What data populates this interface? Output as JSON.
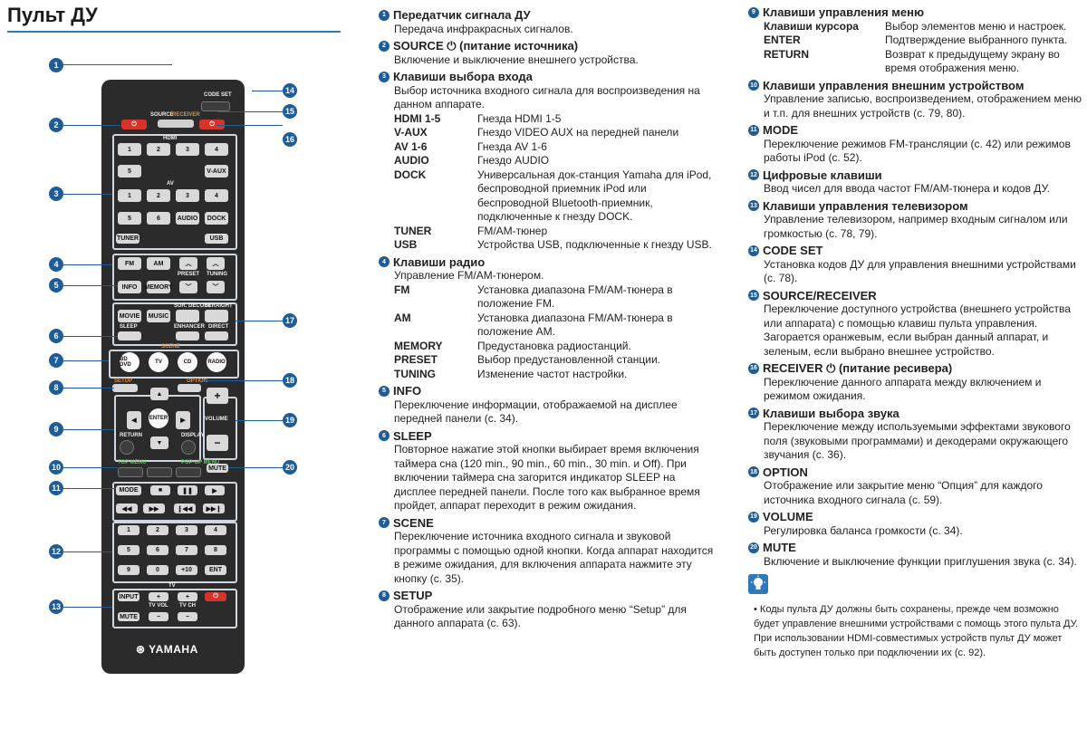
{
  "page_title": "Пульт ДУ",
  "remote": {
    "code_set": "CODE SET",
    "source": "SOURCE",
    "receiver": "RECEIVER",
    "hdmi": "HDMI",
    "hdmi_keys": [
      "1",
      "2",
      "3",
      "4",
      "5"
    ],
    "v_aux": "V-AUX",
    "av": "AV",
    "av_keys": [
      "1",
      "2",
      "3",
      "4",
      "5",
      "6"
    ],
    "audio": "AUDIO",
    "dock": "DOCK",
    "tuner": "TUNER",
    "usb": "USB",
    "fm": "FM",
    "am": "AM",
    "preset": "PRESET",
    "tuning": "TUNING",
    "info": "INFO",
    "memory": "MEMORY",
    "sur_decode": "SUR. DECODE",
    "straight": "STRAIGHT",
    "movie": "MOVIE",
    "music": "MUSIC",
    "sleep": "SLEEP",
    "enhancer": "ENHANCER",
    "direct": "DIRECT",
    "scene": "SCENE",
    "bd_dvd": "BD DVD",
    "tv": "TV",
    "cd": "CD",
    "radio": "RADIO",
    "setup": "SETUP",
    "option": "OPTION",
    "enter": "ENTER",
    "return": "RETURN",
    "display": "DISPLAY",
    "volume": "VOLUME",
    "top_menu": "TOP MENU",
    "popup_menu": "POP-UP MENU",
    "mute": "MUTE",
    "mode": "MODE",
    "num_keys": [
      "1",
      "2",
      "3",
      "4",
      "5",
      "6",
      "7",
      "8",
      "9",
      "0",
      "+10",
      "ENT"
    ],
    "tv_label": "TV",
    "input": "INPUT",
    "tv_vol": "TV VOL",
    "tv_ch": "TV CH",
    "brand": "YAMAHA"
  },
  "callouts": [
    "1",
    "2",
    "3",
    "4",
    "5",
    "6",
    "7",
    "8",
    "9",
    "10",
    "11",
    "12",
    "13",
    "14",
    "15",
    "16",
    "17",
    "18",
    "19",
    "20"
  ],
  "sections": {
    "s1": {
      "num": "1",
      "title": "Передатчик сигнала ДУ",
      "text": "Передача инфракрасных сигналов."
    },
    "s2": {
      "num": "2",
      "title": "SOURCE ⏻ (питание источника)",
      "text": "Включение и выключение внешнего устройства."
    },
    "s3": {
      "num": "3",
      "title": "Клавиши выбора входа",
      "text": "Выбор источника входного сигнала для воспроизведения на данном аппарате.",
      "rows": [
        {
          "k": "HDMI 1-5",
          "v": "Гнезда HDMI 1-5"
        },
        {
          "k": "V-AUX",
          "v": "Гнездо VIDEO AUX на передней панели"
        },
        {
          "k": "AV 1-6",
          "v": "Гнезда AV 1-6"
        },
        {
          "k": "AUDIO",
          "v": "Гнездо AUDIO"
        },
        {
          "k": "DOCK",
          "v": "Универсальная док-станция Yamaha для iPod, беспроводной приемник iPod или беспроводной Bluetooth-приемник, подключенные к гнезду DOCK."
        },
        {
          "k": "TUNER",
          "v": "FM/AM-тюнер"
        },
        {
          "k": "USB",
          "v": "Устройства USB, подключенные к гнезду USB."
        }
      ]
    },
    "s4": {
      "num": "4",
      "title": "Клавиши радио",
      "text": "Управление FM/AM-тюнером.",
      "rows": [
        {
          "k": "FM",
          "v": "Установка диапазона FM/AM-тюнера в положение FM."
        },
        {
          "k": "AM",
          "v": "Установка диапазона FM/AM-тюнера в положение AM."
        },
        {
          "k": "MEMORY",
          "v": "Предустановка радиостанций."
        },
        {
          "k": "PRESET",
          "v": "Выбор предустановленной станции."
        },
        {
          "k": "TUNING",
          "v": "Изменение частот настройки."
        }
      ]
    },
    "s5": {
      "num": "5",
      "title": "INFO",
      "text": "Переключение информации, отображаемой на дисплее передней панели (с. 34)."
    },
    "s6": {
      "num": "6",
      "title": "SLEEP",
      "text": "Повторное нажатие этой кнопки выбирает время включения таймера сна (120 min., 90 min., 60 min., 30 min. и Off). При включении таймера сна загорится индикатор SLEEP на дисплее передней панели. После того как выбранное время пройдет, аппарат переходит в режим ожидания."
    },
    "s7": {
      "num": "7",
      "title": "SCENE",
      "text": "Переключение источника входного сигнала и звуковой программы с помощью одной кнопки. Когда аппарат находится в режиме ожидания, для включения аппарата нажмите эту кнопку (с. 35)."
    },
    "s8": {
      "num": "8",
      "title": "SETUP",
      "text": "Отображение или закрытие подробного меню “Setup” для данного аппарата (с. 63)."
    },
    "s9": {
      "num": "9",
      "title": "Клавиши управления меню",
      "rows": [
        {
          "k": "Клавиши курсора",
          "v": "Выбор элементов меню и настроек."
        },
        {
          "k": "ENTER",
          "v": "Подтверждение выбранного пункта."
        },
        {
          "k": "RETURN",
          "v": "Возврат к предыдущему экрану во время отображения меню."
        }
      ]
    },
    "s10": {
      "num": "10",
      "title": "Клавиши управления внешним устройством",
      "text": "Управление записью, воспроизведением, отображением меню и т.п. для внешних устройств (с. 79, 80)."
    },
    "s11": {
      "num": "11",
      "title": "MODE",
      "text": "Переключение режимов FM-трансляции (с. 42) или режимов работы iPod (с. 52)."
    },
    "s12": {
      "num": "12",
      "title": "Цифровые клавиши",
      "text": "Ввод чисел для ввода частот FM/AM-тюнера и кодов ДУ."
    },
    "s13": {
      "num": "13",
      "title": "Клавиши управления телевизором",
      "text": "Управление телевизором, например входным сигналом или громкостью (с. 78, 79)."
    },
    "s14": {
      "num": "14",
      "title": "CODE SET",
      "text": "Установка кодов ДУ для управления внешними устройствами (с. 78)."
    },
    "s15": {
      "num": "15",
      "title": "SOURCE/RECEIVER",
      "text": "Переключение доступного устройства (внешнего устройства или аппарата) с помощью клавиш пульта управления. Загорается оранжевым, если выбран данный аппарат, и зеленым, если выбрано внешнее устройство."
    },
    "s16": {
      "num": "16",
      "title": "RECEIVER ⏻ (питание ресивера)",
      "text": "Переключение данного аппарата между включением и режимом ожидания."
    },
    "s17": {
      "num": "17",
      "title": "Клавиши выбора звука",
      "text": "Переключение между используемыми эффектами звукового поля (звуковыми программами) и декодерами окружающего звучания (с. 36)."
    },
    "s18": {
      "num": "18",
      "title": "OPTION",
      "text": "Отображение или закрытие меню “Опция” для каждого источника входного сигнала (с. 59)."
    },
    "s19": {
      "num": "19",
      "title": "VOLUME",
      "text": "Регулировка баланса громкости (с. 34)."
    },
    "s20": {
      "num": "20",
      "title": "MUTE",
      "text": "Включение и выключение функции приглушения звука (с. 34)."
    }
  },
  "note": "• Коды пульта ДУ должны быть сохранены, прежде чем возможно будет управление внешними устройствами с помощь этого пульта ДУ. При использовании HDMI-совместимых устройств пульт ДУ может быть доступен только при подключении их (с. 92).",
  "colors": {
    "accent": "#1f5d98",
    "rule": "#2e79b9",
    "remote_body": "#2b2b2b",
    "power_red": "#d8322a"
  }
}
